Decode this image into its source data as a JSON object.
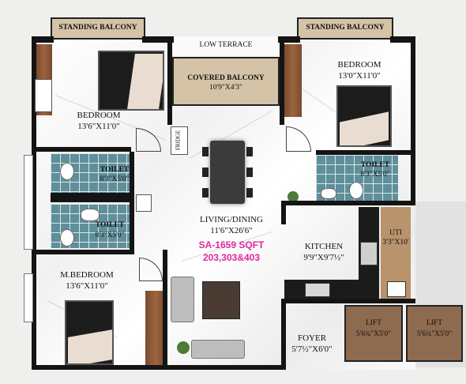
{
  "rooms": {
    "standing_balcony_left": "STANDING BALCONY",
    "standing_balcony_right": "STANDING BALCONY",
    "low_terrace": "LOW TERRACE",
    "covered_balcony": {
      "name": "COVERED BALCONY",
      "size": "10'9\"X4'3\""
    },
    "bedroom_top_left": {
      "name": "BEDROOM",
      "size": "13'6\"X11'0\""
    },
    "bedroom_top_right": {
      "name": "BEDROOM",
      "size": "13'0\"X11'0\""
    },
    "toilet_1": {
      "name": "TOILET",
      "size": "8'3\"X5'0\""
    },
    "toilet_2": {
      "name": "TOILET",
      "size": "8'3\"X5'0\""
    },
    "toilet_3": {
      "name": "TOILET",
      "size": "8'3\"X5'0\""
    },
    "living_dining": {
      "name": "LIVING/DINING",
      "size": "11'6\"X26'6\""
    },
    "kitchen": {
      "name": "KITCHEN",
      "size": "9'9\"X9'7½\""
    },
    "uti": {
      "name": "UTI",
      "size": "3'3\"X10'"
    },
    "master_bedroom": {
      "name": "M.BEDROOM",
      "size": "13'6\"X11'0\""
    },
    "foyer": {
      "name": "FOYER",
      "size": "5'7½\"X6'0\""
    },
    "lift_1": {
      "name": "LIFT",
      "size": "5'6¾\"X5'0\""
    },
    "lift_2": {
      "name": "LIFT",
      "size": "5'6¾\"X5'0\""
    },
    "fridge": "FRIDGE"
  },
  "info": {
    "area": "SA-1659 SQFT",
    "units": "203,303&403"
  },
  "colors": {
    "wall": "#141414",
    "accent_text": "#e0279a",
    "balcony_tan": "#d4c3a6",
    "lift_brown": "#8e6a4f",
    "tile_blue": "#5f8f9a"
  }
}
